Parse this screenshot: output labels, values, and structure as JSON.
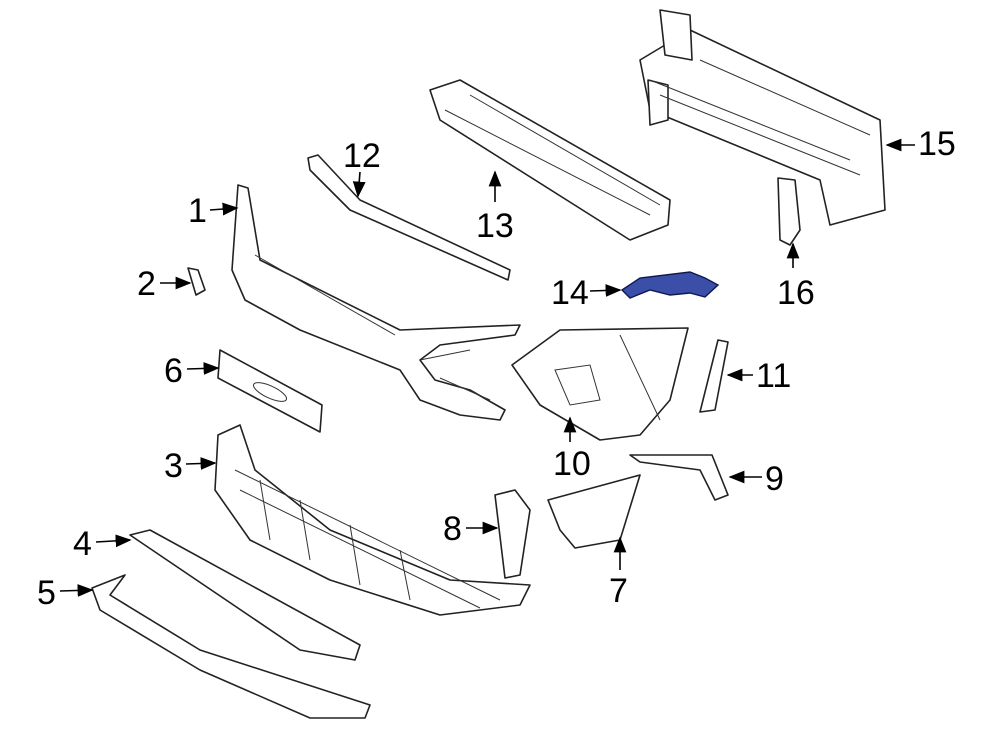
{
  "diagram": {
    "highlight_color": "#3b4fa8",
    "callouts": [
      {
        "id": "c1",
        "label": "1"
      },
      {
        "id": "c2",
        "label": "2"
      },
      {
        "id": "c3",
        "label": "3"
      },
      {
        "id": "c4",
        "label": "4"
      },
      {
        "id": "c5",
        "label": "5"
      },
      {
        "id": "c6",
        "label": "6"
      },
      {
        "id": "c7",
        "label": "7"
      },
      {
        "id": "c8",
        "label": "8"
      },
      {
        "id": "c9",
        "label": "9"
      },
      {
        "id": "c10",
        "label": "10"
      },
      {
        "id": "c11",
        "label": "11"
      },
      {
        "id": "c12",
        "label": "12"
      },
      {
        "id": "c13",
        "label": "13"
      },
      {
        "id": "c14",
        "label": "14"
      },
      {
        "id": "c15",
        "label": "15"
      },
      {
        "id": "c16",
        "label": "16"
      }
    ]
  }
}
